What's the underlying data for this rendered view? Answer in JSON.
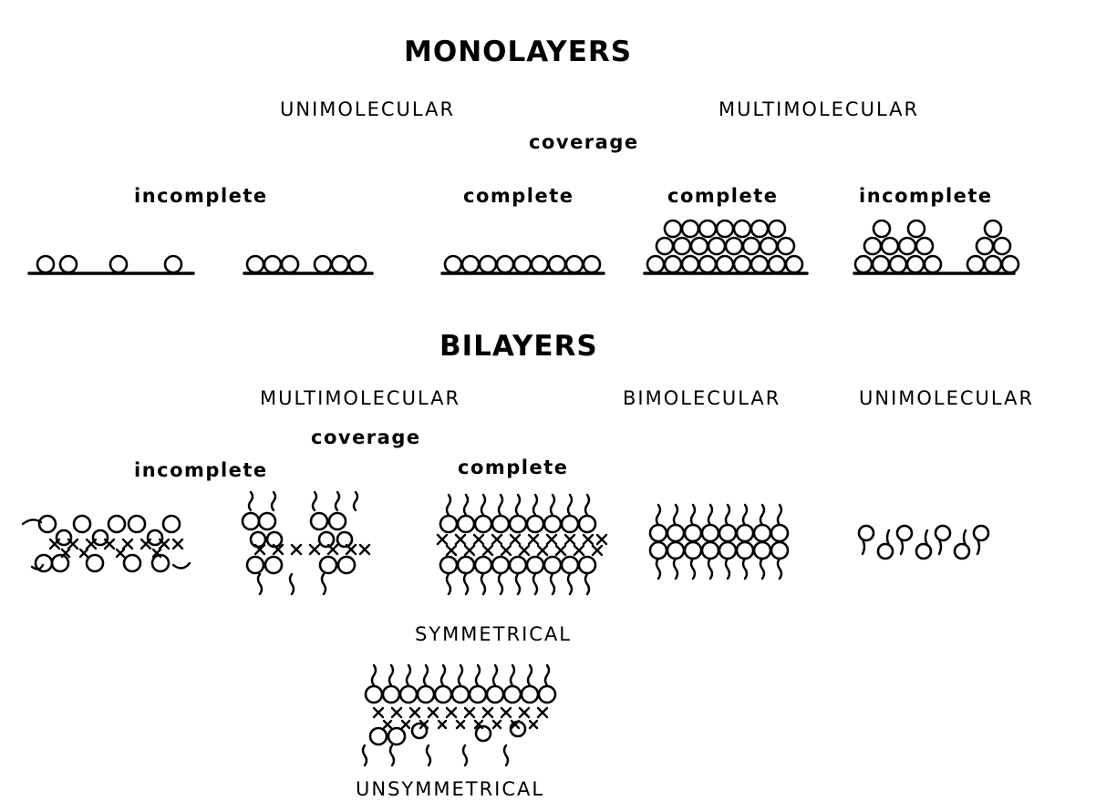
{
  "monolayers": {
    "title": "MONOLAYERS",
    "categories": {
      "unimolecular": "UNIMOLECULAR",
      "multimolecular": "MULTIMOLECULAR"
    },
    "coverage": "coverage",
    "panels": [
      "incomplete",
      "complete",
      "complete",
      "incomplete"
    ]
  },
  "bilayers": {
    "title": "BILAYERS",
    "categories": {
      "multimolecular": "MULTIMOLECULAR",
      "bimolecular": "BIMOLECULAR",
      "unimolecular": "UNIMOLECULAR"
    },
    "coverage": "coverage",
    "panels": [
      "incomplete",
      "complete"
    ],
    "symmetrical": "SYMMETRICAL",
    "unsymmetrical": "UNSYMMETRICAL"
  }
}
